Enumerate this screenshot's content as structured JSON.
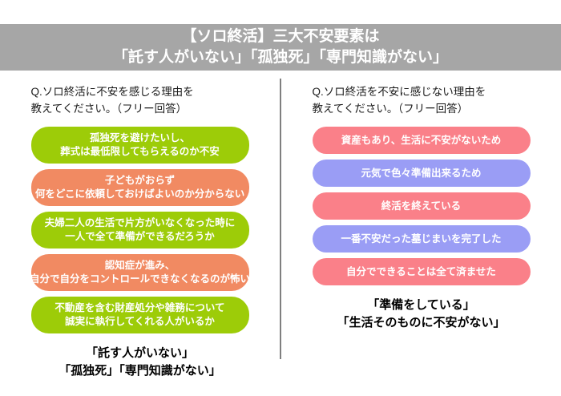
{
  "header": {
    "line1": "【ソロ終活】三大不安要素は",
    "line2": "「託す人がいない」「孤独死」「専門知識がない」",
    "background_color": "#a6a6a6",
    "text_color": "#ffffff"
  },
  "left_column": {
    "question": {
      "line1": "Q.ソロ終活に不安を感じる理由を",
      "line2": "教えてください。（フリー回答）"
    },
    "answers": [
      {
        "line1": "孤独死を避けたいし、",
        "line2": "葬式は最低限してもらえるのか不安",
        "color": "#9dcc08"
      },
      {
        "line1": "子どもがおらず",
        "line2": "何をどこに依頼しておけばよいのか分からない",
        "color": "#f18a62"
      },
      {
        "line1": "夫婦二人の生活で片方がいなくなった時に",
        "line2": "一人で全て準備ができるだろうか",
        "color": "#9dcc08"
      },
      {
        "line1": "認知症が進み、",
        "line2": "自分で自分をコントロールできなくなるのが怖い",
        "color": "#f18a62"
      },
      {
        "line1": "不動産を含む財産処分や雑務について",
        "line2": "誠実に執行してくれる人がいるか",
        "color": "#9dcc08"
      }
    ],
    "conclusion": {
      "line1": "「託す人がいない」",
      "line2": "「孤独死」「専門知識がない」"
    }
  },
  "right_column": {
    "question": {
      "line1": "Q.ソロ終活を不安に感じない理由を",
      "line2": "教えてください。（フリー回答）"
    },
    "answers": [
      {
        "line1": "資産もあり、生活に不安がないため",
        "line2": "",
        "color": "#fa8089"
      },
      {
        "line1": "元気で色々準備出来るため",
        "line2": "",
        "color": "#9a9df5"
      },
      {
        "line1": "終活を終えている",
        "line2": "",
        "color": "#fa8089"
      },
      {
        "line1": "一番不安だった墓じまいを完了した",
        "line2": "",
        "color": "#9a9df5"
      },
      {
        "line1": "自分でできることは全て済ませた",
        "line2": "",
        "color": "#fa8089"
      }
    ],
    "conclusion": {
      "line1": "「準備をしている」",
      "line2": "「生活そのものに不安がない」"
    }
  }
}
